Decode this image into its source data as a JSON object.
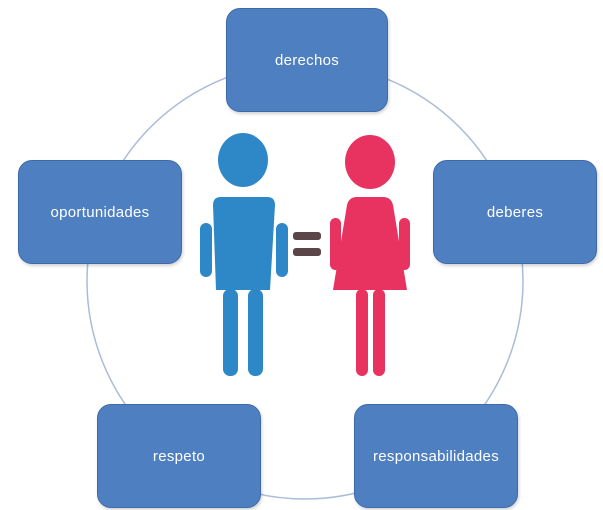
{
  "nodes": [
    {
      "id": "derechos",
      "label": "derechos"
    },
    {
      "id": "oportunidades",
      "label": "oportunidades"
    },
    {
      "id": "deberes",
      "label": "deberes"
    },
    {
      "id": "respeto",
      "label": "respeto"
    },
    {
      "id": "responsabilidades",
      "label": "responsabilidades"
    }
  ],
  "figures": {
    "male_color": "#2e88c8",
    "female_color": "#e8325f",
    "equals_color": "#5a4648"
  },
  "colors": {
    "node_fill": "#4e7fc0",
    "node_border": "#3e6aa8",
    "circle_stroke": "#a9bcd9",
    "node_text": "#ffffff"
  },
  "icons": [
    "male-figure-icon",
    "equals-sign-icon",
    "female-figure-icon"
  ]
}
